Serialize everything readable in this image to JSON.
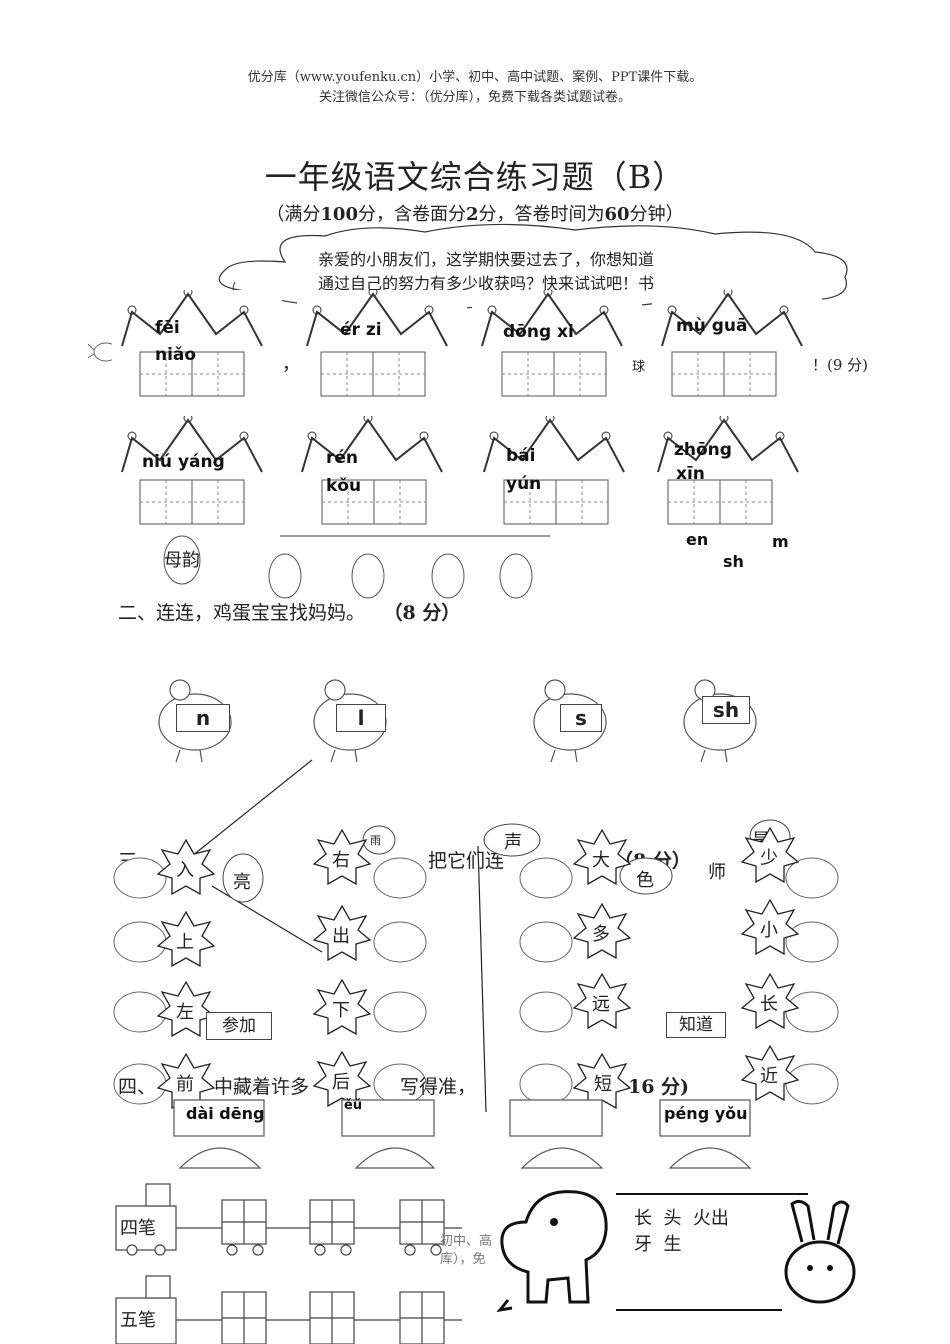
{
  "header": {
    "line1": "优分库（www.youfenku.cn）小学、初中、高中试题、案例、PPT课件下载。",
    "line2": "关注微信公众号：（优分库），免费下载各类试题试卷。"
  },
  "title": "一年级语文综合练习题（B）",
  "subtitle": {
    "pre": "（满分",
    "full": "100",
    "mid1": "分，含卷面分",
    "neat": "2",
    "mid2": "分，答卷时间为",
    "time": "60",
    "post": "分钟）"
  },
  "cloud": {
    "line1": "亲爱的小朋友们，这学期快要过去了，你想知道",
    "line2": "通过自己的努力有多少收获吗？快来试试吧！书"
  },
  "crowns_row1": [
    {
      "py1": "fēi",
      "py2": "niǎo"
    },
    {
      "py1": "ér  zi",
      "py2": ""
    },
    {
      "py1": "dōng xi",
      "py2": ""
    },
    {
      "py1": "mù guā",
      "py2": ""
    }
  ],
  "crowns_row2": [
    {
      "py1": "niú yáng",
      "py2": ""
    },
    {
      "py1": "rén",
      "py2": "kǒu"
    },
    {
      "py1": "bái",
      "py2": "yún"
    },
    {
      "py1": "zhōng",
      "py2": "xīn"
    }
  ],
  "frag": {
    "comma": "，",
    "ball": "球",
    "score9": "！(9 分)",
    "yunmu": "母韵",
    "en": "en",
    "sh": "sh",
    "m": "m"
  },
  "section2": {
    "prefix": "二、连",
    "mid": "连，鸡蛋宝宝找妈妈。",
    "score": "（8 分）"
  },
  "hens": [
    "n",
    "l",
    "s",
    "sh"
  ],
  "section3": {
    "left": "三、",
    "fragment": "把它们连",
    "score": "（8 分）"
  },
  "eggs_sec3": [
    "亮",
    "雨",
    "声",
    "色",
    "师",
    "是"
  ],
  "stars_left": [
    "入",
    "上",
    "左",
    "前"
  ],
  "stars_mid": [
    "右",
    "出",
    "下",
    "后"
  ],
  "stars_right1": [
    "大",
    "多",
    "远",
    "短"
  ],
  "stars_right2": [
    "少",
    "小",
    "长",
    "近"
  ],
  "labels": {
    "join": "参加",
    "know": "知道"
  },
  "section4": {
    "left": "四、",
    "mid": "中藏着许多",
    "right": "写得准，",
    "score": "16 分)"
  },
  "houses": [
    {
      "py": "dài dēng"
    },
    {
      "py": "ěǔ"
    },
    {
      "py": ""
    },
    {
      "py": "péng yǒu"
    }
  ],
  "trains": [
    {
      "label": "四笔"
    },
    {
      "label": "五笔"
    }
  ],
  "footer_frag": {
    "line1": "初中、高",
    "line2": "库），免"
  },
  "wordbox": {
    "line1": "长  头  火出",
    "line2": "牙  生"
  }
}
